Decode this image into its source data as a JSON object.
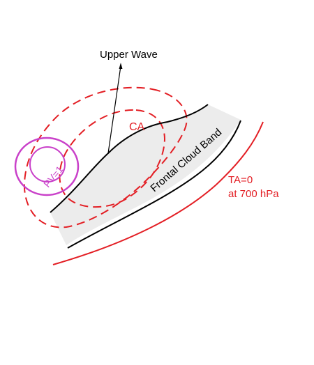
{
  "labels": {
    "upper_wave": "Upper Wave",
    "ca": "CA",
    "pv": "PV=1",
    "frontal_cloud_band": "Frontal Cloud Band",
    "ta_line1": "TA=0",
    "ta_line2": "at 700 hPa"
  },
  "colors": {
    "red": "#e31e24",
    "magenta": "#c940c9",
    "black": "#000000",
    "cloud_fill": "#ececec"
  }
}
